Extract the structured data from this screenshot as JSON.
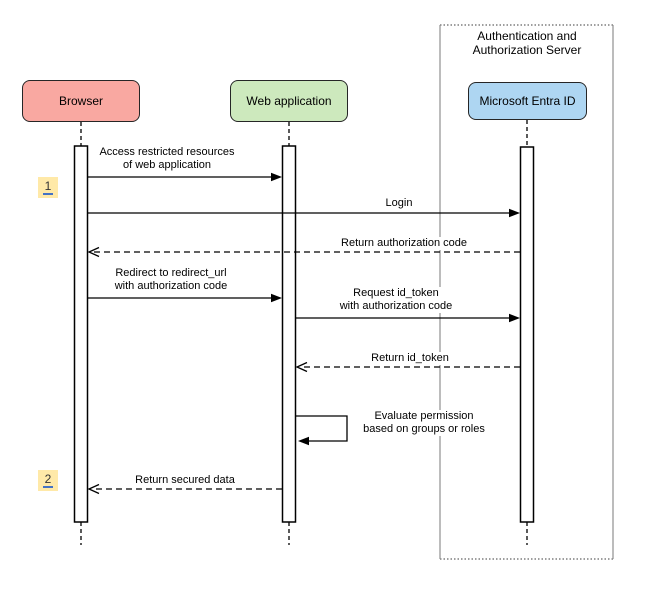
{
  "frame": {
    "title_lines": [
      "Authentication and",
      "Authorization Server"
    ]
  },
  "actors": [
    {
      "id": "browser",
      "label": "Browser",
      "fill": "#f9a8a1"
    },
    {
      "id": "web-application",
      "label": "Web application",
      "fill": "#cde9bd"
    },
    {
      "id": "microsoft-entra-id",
      "label": "Microsoft Entra ID",
      "fill": "#aed6f2"
    }
  ],
  "badges": [
    {
      "label": "1"
    },
    {
      "label": "2"
    }
  ],
  "messages": [
    {
      "lines": [
        "Access restricted resources",
        "of web application"
      ],
      "from": "Browser",
      "to": "Web application",
      "line_style": "solid"
    },
    {
      "lines": [
        "Login"
      ],
      "from": "Browser",
      "to": "Microsoft Entra ID",
      "line_style": "solid"
    },
    {
      "lines": [
        "Return authorization code"
      ],
      "from": "Microsoft Entra ID",
      "to": "Browser",
      "line_style": "dashed"
    },
    {
      "lines": [
        "Redirect to redirect_url",
        "with authorization code"
      ],
      "from": "Browser",
      "to": "Web application",
      "line_style": "solid"
    },
    {
      "lines": [
        "Request id_token",
        "with authorization code"
      ],
      "from": "Web application",
      "to": "Microsoft Entra ID",
      "line_style": "solid"
    },
    {
      "lines": [
        "Return id_token"
      ],
      "from": "Microsoft Entra ID",
      "to": "Web application",
      "line_style": "dashed"
    },
    {
      "lines": [
        "Evaluate permission",
        "based on groups or roles"
      ],
      "from": "Web application",
      "to": "Web application",
      "line_style": "self"
    },
    {
      "lines": [
        "Return secured data"
      ],
      "from": "Web application",
      "to": "Browser",
      "line_style": "dashed"
    }
  ],
  "colors": {
    "background": "#ffffff",
    "line": "#000000",
    "text": "#000000",
    "actor_border": "#262626",
    "badge_fill": "#ffe9a8",
    "badge_text": "#333333",
    "badge_underline": "#4472c4",
    "frame_side_border": "#8f8f8f",
    "frame_dotted_border": "#3d3d3d"
  }
}
